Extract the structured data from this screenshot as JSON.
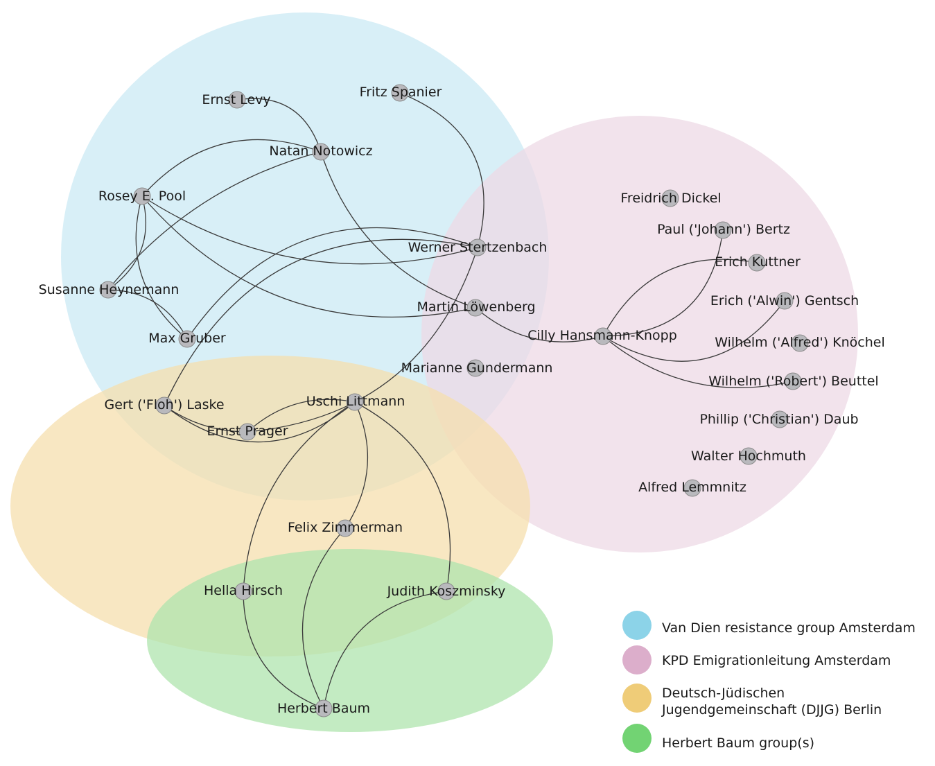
{
  "groups": [
    {
      "id": "vandien",
      "label": "Van Dien resistance group Amsterdam",
      "color": "#8cd3e8",
      "fill": "#cbe9f4"
    },
    {
      "id": "kpd",
      "label": "KPD Emigrationleitung Amsterdam",
      "color": "#dcaecb",
      "fill": "#eed9e6"
    },
    {
      "id": "djjg",
      "label_lines": [
        "Deutsch-Jüdischen",
        "Jugendgemeinschaft (DJJG) Berlin"
      ],
      "color": "#efcc78",
      "fill": "#f5dfae"
    },
    {
      "id": "baum",
      "label": "Herbert Baum group(s)",
      "color": "#72d373",
      "fill": "#afe4ae"
    }
  ],
  "people": [
    {
      "id": "levy",
      "label": "Ernst Levy"
    },
    {
      "id": "spanier",
      "label": "Fritz Spanier"
    },
    {
      "id": "notowicz",
      "label": "Natan Notowicz"
    },
    {
      "id": "pool",
      "label": "Rosey E. Pool"
    },
    {
      "id": "heynemann",
      "label": "Susanne Heynemann"
    },
    {
      "id": "gruber",
      "label": "Max Gruber"
    },
    {
      "id": "stertzenbach",
      "label": "Werner Stertzenbach"
    },
    {
      "id": "lowenberg",
      "label": "Martin Löwenberg"
    },
    {
      "id": "gundermann",
      "label": "Marianne Gundermann"
    },
    {
      "id": "laske",
      "label": "Gert ('Floh') Laske"
    },
    {
      "id": "prager",
      "label": "Ernst Prager"
    },
    {
      "id": "littmann",
      "label": "Uschi Littmann"
    },
    {
      "id": "zimmerman",
      "label": "Felix Zimmerman"
    },
    {
      "id": "hirsch",
      "label": "Hella Hirsch"
    },
    {
      "id": "koszminsky",
      "label": "Judith Koszminsky"
    },
    {
      "id": "baum",
      "label": "Herbert Baum"
    },
    {
      "id": "hansmann",
      "label": "Cilly Hansmann-Knopp"
    },
    {
      "id": "dickel",
      "label": "Freidrich Dickel"
    },
    {
      "id": "bertz",
      "label": "Paul ('Johann') Bertz"
    },
    {
      "id": "kuttner",
      "label": "Erich Kuttner"
    },
    {
      "id": "gentsch",
      "label": "Erich ('Alwin') Gentsch"
    },
    {
      "id": "knochel",
      "label": "Wilhelm ('Alfred') Knöchel"
    },
    {
      "id": "beuttel",
      "label": "Wilhelm ('Robert') Beuttel"
    },
    {
      "id": "daub",
      "label": "Phillip ('Christian') Daub"
    },
    {
      "id": "hochmuth",
      "label": "Walter Hochmuth"
    },
    {
      "id": "lemmnitz",
      "label": "Alfred Lemmnitz"
    }
  ],
  "links": [
    [
      "levy",
      "notowicz"
    ],
    [
      "spanier",
      "stertzenbach"
    ],
    [
      "notowicz",
      "pool"
    ],
    [
      "notowicz",
      "heynemann"
    ],
    [
      "notowicz",
      "lowenberg"
    ],
    [
      "pool",
      "stertzenbach"
    ],
    [
      "pool",
      "heynemann"
    ],
    [
      "pool",
      "gruber"
    ],
    [
      "pool",
      "lowenberg"
    ],
    [
      "heynemann",
      "gruber"
    ],
    [
      "gruber",
      "stertzenbach"
    ],
    [
      "laske",
      "stertzenbach"
    ],
    [
      "prager",
      "stertzenbach"
    ],
    [
      "laske",
      "littmann"
    ],
    [
      "laske",
      "prager"
    ],
    [
      "prager",
      "littmann"
    ],
    [
      "littmann",
      "hirsch"
    ],
    [
      "littmann",
      "zimmerman"
    ],
    [
      "littmann",
      "koszminsky"
    ],
    [
      "zimmerman",
      "baum"
    ],
    [
      "hirsch",
      "baum"
    ],
    [
      "koszminsky",
      "baum"
    ],
    [
      "lowenberg",
      "hansmann"
    ],
    [
      "hansmann",
      "kuttner"
    ],
    [
      "hansmann",
      "bertz"
    ],
    [
      "hansmann",
      "gentsch"
    ],
    [
      "hansmann",
      "beuttel"
    ]
  ]
}
